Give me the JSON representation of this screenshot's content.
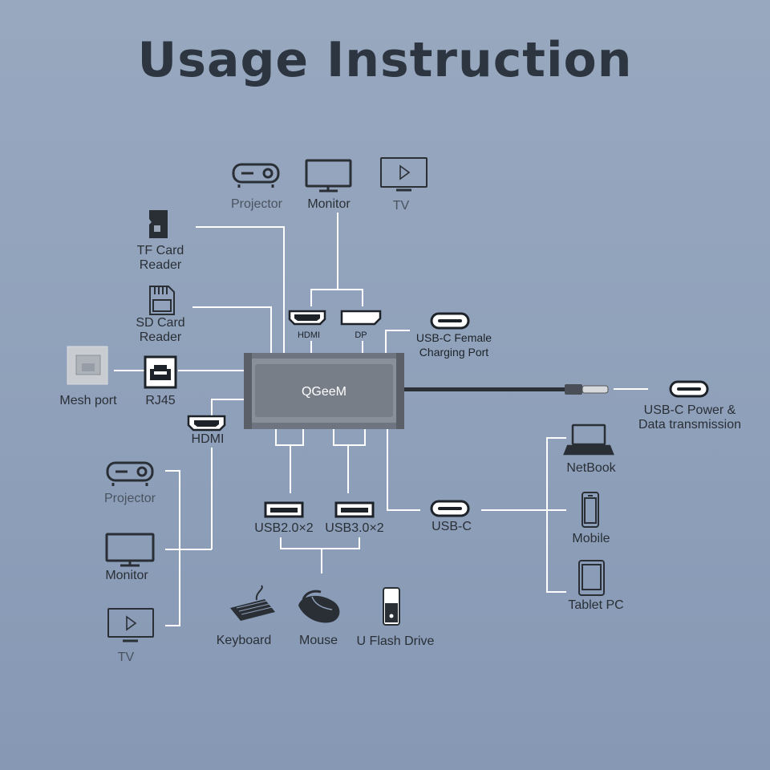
{
  "title": "Usage Instruction",
  "brand": "QGeeM",
  "colors": {
    "background": "#8fa0ba",
    "line": "#ffffff",
    "icon": "#2a2f36",
    "hub": "#7f8590"
  },
  "labels": {
    "top_projector": "Projector",
    "top_monitor": "Monitor",
    "top_tv": "TV",
    "tf_card_line1": "TF Card",
    "tf_card_line2": "Reader",
    "sd_card_line1": "SD Card",
    "sd_card_line2": "Reader",
    "mesh_port": "Mesh port",
    "rj45": "RJ45",
    "hdmi_left": "HDMI",
    "hdmi_top": "HDMI",
    "dp": "DP",
    "usbc_female_line1": "USB-C Female",
    "usbc_female_line2": "Charging Port",
    "usbc_power_line1": "USB-C Power &",
    "usbc_power_line2": "Data transmission",
    "left_projector": "Projector",
    "left_monitor": "Monitor",
    "left_tv": "TV",
    "usb2": "USB2.0×2",
    "usb3": "USB3.0×2",
    "usbc": "USB-C",
    "keyboard": "Keyboard",
    "mouse": "Mouse",
    "flash_drive": "U Flash Drive",
    "netbook": "NetBook",
    "mobile": "Mobile",
    "tablet": "Tablet PC"
  },
  "icons": [
    "projector-icon",
    "monitor-icon",
    "tv-icon",
    "tf-card-icon",
    "sd-card-icon",
    "ethernet-jack-icon",
    "rj45-icon",
    "hdmi-port-icon",
    "displayport-icon",
    "usb-c-port-icon",
    "usb-a-port-icon",
    "keyboard-icon",
    "mouse-icon",
    "flash-drive-icon",
    "laptop-icon",
    "phone-icon",
    "tablet-icon"
  ]
}
